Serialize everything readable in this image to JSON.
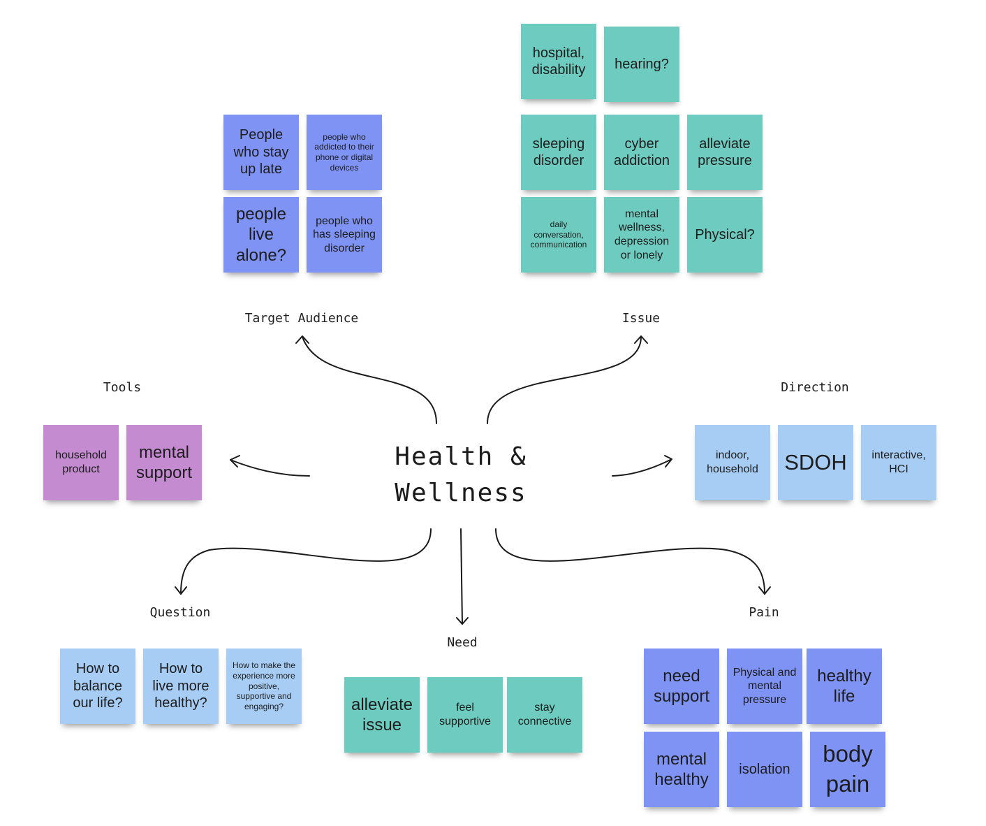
{
  "center": {
    "line1": "Health &",
    "line2": "Wellness"
  },
  "headings": {
    "target_audience": "Target Audience",
    "issue": "Issue",
    "tools": "Tools",
    "direction": "Direction",
    "question": "Question",
    "need": "Need",
    "pain": "Pain"
  },
  "notes": {
    "target_audience": [
      "People who stay up late",
      "people who addicted to their phone or digital devices",
      "people live alone?",
      "people who has sleeping disorder"
    ],
    "issue": [
      "hospital, disability",
      "hearing?",
      "sleeping disorder",
      "cyber addiction",
      "alleviate pressure",
      "daily conversation, communication",
      "mental wellness, depression or lonely",
      "Physical?"
    ],
    "tools": [
      "household product",
      "mental support"
    ],
    "direction": [
      "indoor, household",
      "SDOH",
      "interactive, HCI"
    ],
    "question": [
      "How to balance our life?",
      "How to live more healthy?",
      "How to make the experience more positive, supportive and engaging?"
    ],
    "need": [
      "alleviate issue",
      "feel supportive",
      "stay connective"
    ],
    "pain": [
      "need support",
      "Physical and mental pressure",
      "healthy life",
      "mental healthy",
      "isolation",
      "body pain"
    ]
  },
  "colors": {
    "teal": "#6dccbf",
    "indigo": "#7f93f4",
    "sky": "#a7cdf4",
    "orchid": "#c48bd1",
    "line": "#1a1a1a"
  }
}
